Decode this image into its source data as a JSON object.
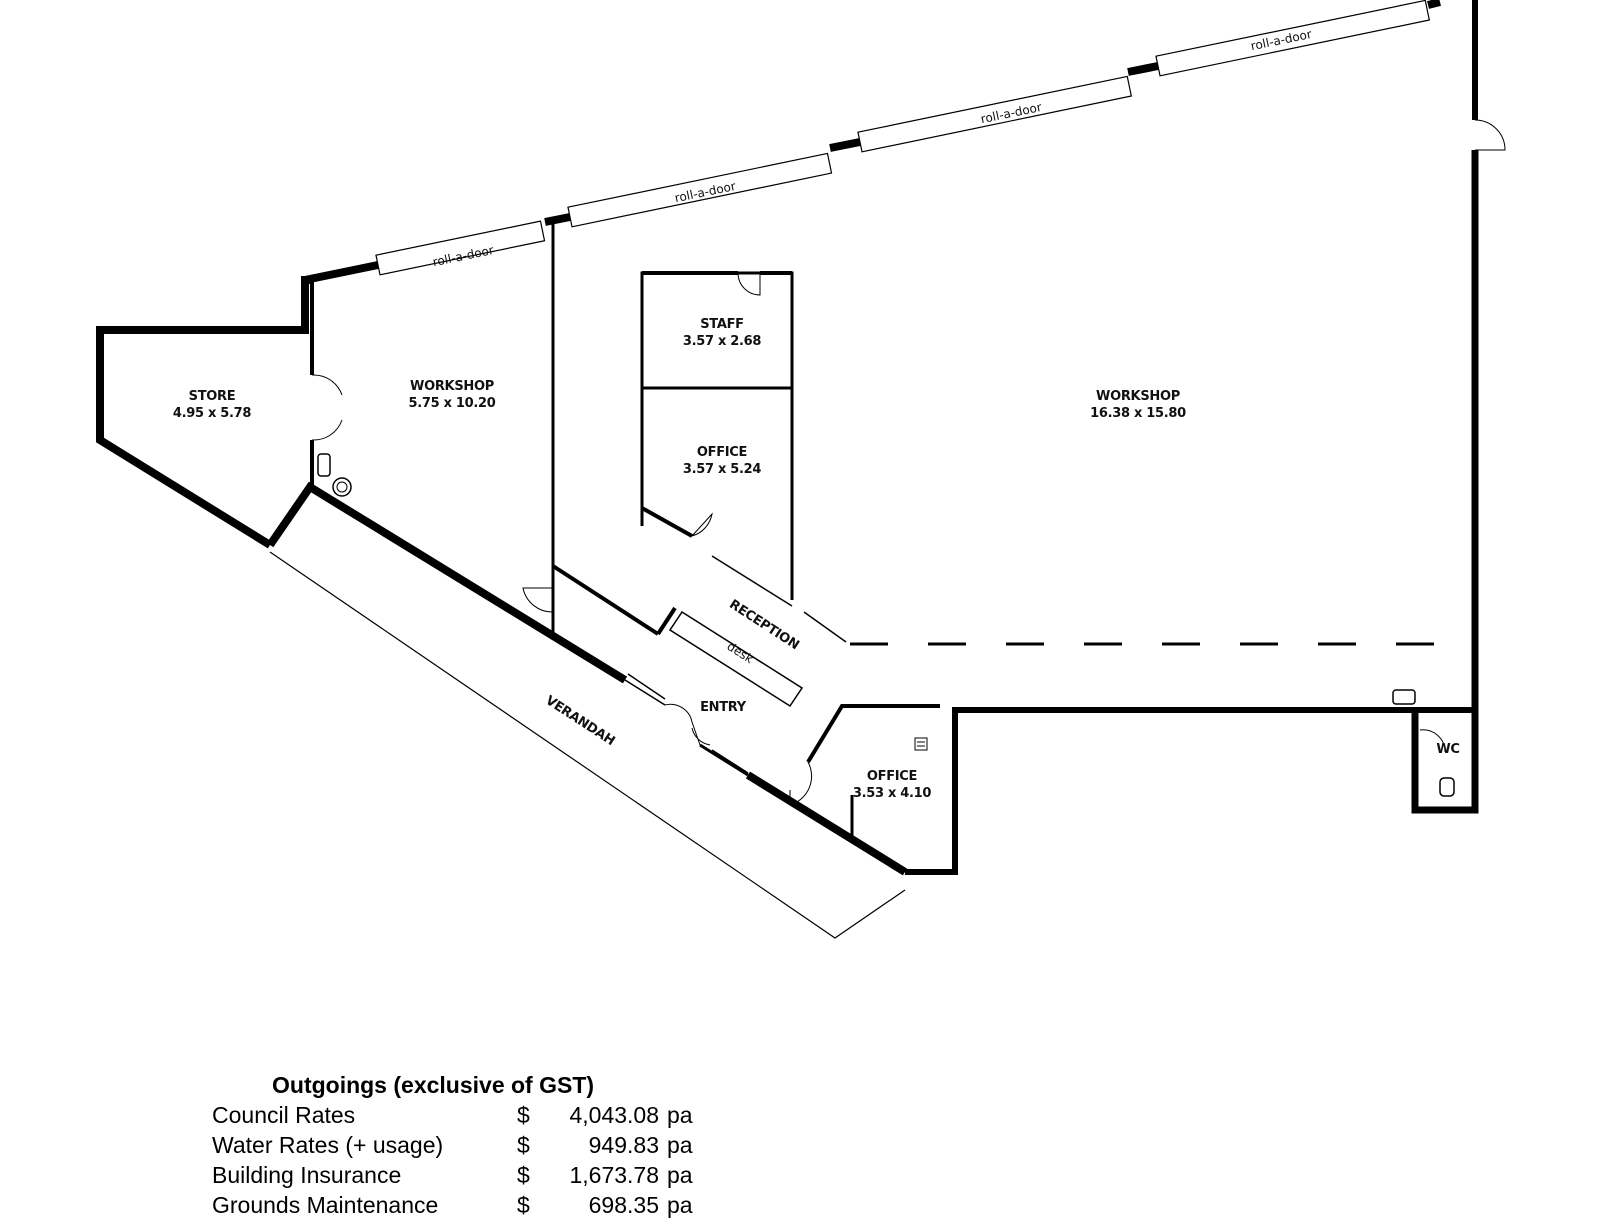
{
  "plan": {
    "rooms": {
      "store": {
        "name": "STORE",
        "dims": "4.95 x 5.78"
      },
      "workshop_small": {
        "name": "WORKSHOP",
        "dims": "5.75 x 10.20"
      },
      "staff": {
        "name": "STAFF",
        "dims": "3.57 x 2.68"
      },
      "office_mid": {
        "name": "OFFICE",
        "dims": "3.57 x 5.24"
      },
      "workshop_large": {
        "name": "WORKSHOP",
        "dims": "16.38 x 15.80"
      },
      "office_front": {
        "name": "OFFICE",
        "dims": "3.53 x 4.10"
      },
      "reception": {
        "name": "RECEPTION"
      },
      "desk": {
        "name": "desk"
      },
      "entry": {
        "name": "ENTRY"
      },
      "verandah": {
        "name": "VERANDAH"
      },
      "wc": {
        "name": "WC"
      }
    },
    "door_label": "roll-a-door"
  },
  "outgoings": {
    "title": "Outgoings (exclusive of GST)",
    "items": [
      {
        "label": "Council Rates",
        "currency": "$",
        "amount": "4,043.08",
        "period": "pa"
      },
      {
        "label": "Water Rates (+ usage)",
        "currency": "$",
        "amount": "949.83",
        "period": "pa"
      },
      {
        "label": "Building Insurance",
        "currency": "$",
        "amount": "1,673.78",
        "period": "pa"
      },
      {
        "label": "Grounds Maintenance",
        "currency": "$",
        "amount": "698.35",
        "period": "pa"
      }
    ]
  }
}
